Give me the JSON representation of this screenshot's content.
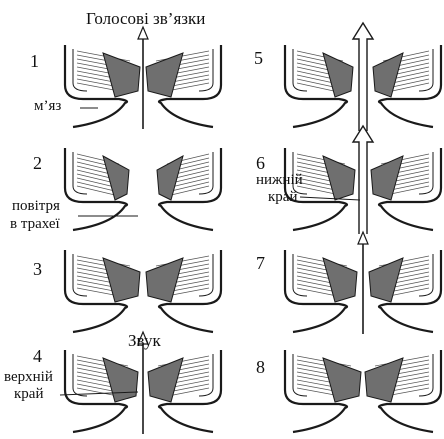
{
  "labels": {
    "vocal_cords": "Голосові зв’язки",
    "muscle": "м’яз",
    "air_line1": "повітря",
    "air_line2": "в трахеї",
    "lower_edge_line1": "нижній",
    "lower_edge_line2": "край",
    "sound": "Звук",
    "upper_edge_line1": "верхній",
    "upper_edge_line2": "край"
  },
  "panels": [
    {
      "number": "1",
      "arrow": "thin"
    },
    {
      "number": "2",
      "arrow": "none"
    },
    {
      "number": "3",
      "arrow": "none"
    },
    {
      "number": "4",
      "arrow": "thin"
    },
    {
      "number": "5",
      "arrow": "wide"
    },
    {
      "number": "6",
      "arrow": "wide"
    },
    {
      "number": "7",
      "arrow": "thin"
    },
    {
      "number": "8",
      "arrow": "none"
    }
  ],
  "colors": {
    "ink": "#1a1a1a",
    "fold_fill": "#6f6f6f",
    "hatch": "#555555",
    "background": "#ffffff"
  }
}
